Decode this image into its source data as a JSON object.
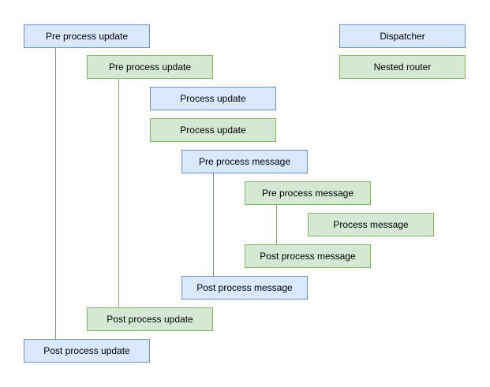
{
  "colors": {
    "background": "#ffffff",
    "blue_fill": "#dae8fc",
    "blue_stroke": "#6c8ebf",
    "green_fill": "#d5e8d4",
    "green_stroke": "#82b366",
    "text": "#000000"
  },
  "legend": {
    "dispatcher": {
      "label": "Dispatcher",
      "color": "#dae8fc"
    },
    "nested_router": {
      "label": "Nested router",
      "color": "#d5e8d4"
    }
  },
  "flow": {
    "nodes": [
      {
        "label": "Pre process update",
        "color": "blue"
      },
      {
        "label": "Pre process update",
        "color": "green"
      },
      {
        "label": "Process update",
        "color": "blue"
      },
      {
        "label": "Process update",
        "color": "green"
      },
      {
        "label": "Pre process message",
        "color": "blue"
      },
      {
        "label": "Pre process message",
        "color": "green"
      },
      {
        "label": "Process message",
        "color": "green"
      },
      {
        "label": "Post process message",
        "color": "green"
      },
      {
        "label": "Post process message",
        "color": "blue"
      },
      {
        "label": "Post process update",
        "color": "green"
      },
      {
        "label": "Post process update",
        "color": "blue"
      }
    ]
  }
}
